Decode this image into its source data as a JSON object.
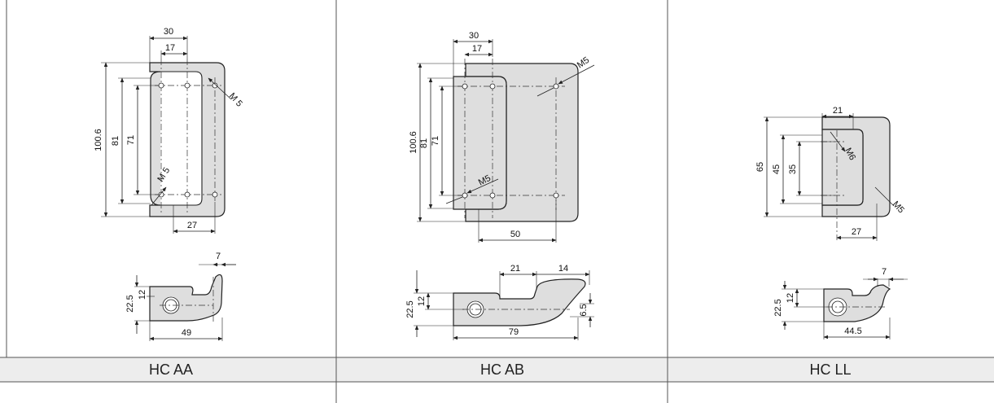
{
  "columns": [
    {
      "label": "HC AA",
      "top_view": {
        "width_outer": "30",
        "width_inner": "17",
        "height_total": "100.6",
        "height_81": "81",
        "height_71": "71",
        "bottom": "27",
        "thread_right": "M 5",
        "thread_left": "M 5"
      },
      "side_view": {
        "top": "7",
        "height_outer": "22.5",
        "height_inner": "12",
        "length": "49"
      }
    },
    {
      "label": "HC AB",
      "top_view": {
        "width_outer": "30",
        "width_inner": "17",
        "height_total": "100.6",
        "height_81": "81",
        "height_71": "71",
        "bottom": "50",
        "thread_right": "M5",
        "thread_left": "M5"
      },
      "side_view": {
        "top_a": "21",
        "top_b": "14",
        "height_outer": "22.5",
        "height_inner": "12",
        "length": "79",
        "right_height": "6.5"
      }
    },
    {
      "label": "HC LL",
      "top_view": {
        "width": "21",
        "height_total": "65",
        "height_45": "45",
        "height_35": "35",
        "bottom": "27",
        "thread_inner": "M6",
        "thread_outer": "M5"
      },
      "side_view": {
        "top": "7",
        "height_outer": "22.5",
        "height_inner": "12",
        "length": "44.5"
      }
    }
  ]
}
